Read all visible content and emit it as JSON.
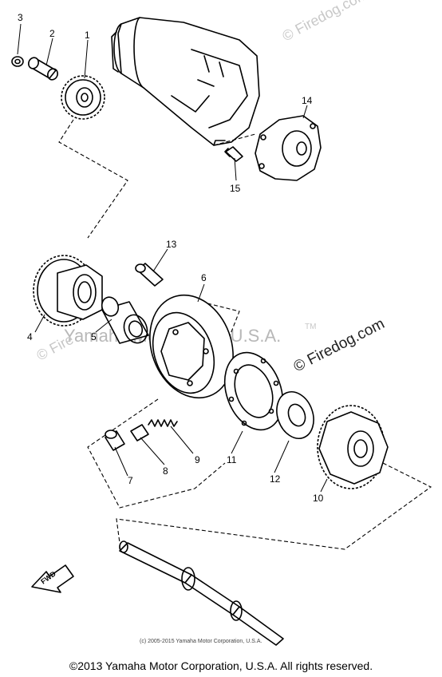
{
  "watermarks": {
    "top_right": "© Firedog.com",
    "center": "Yamaha Motor Corp, U.S.A.",
    "tm": "TM",
    "left_side": "© Fire",
    "firedog": "© Firedog.com"
  },
  "callouts": {
    "p1": "1",
    "p2": "2",
    "p3": "3",
    "p4": "4",
    "p5": "5",
    "p6": "6",
    "p7": "7",
    "p8": "8",
    "p9": "9",
    "p10": "10",
    "p11": "11",
    "p12": "12",
    "p13": "13",
    "p14": "14",
    "p15": "15"
  },
  "fwd_label": "FWD",
  "small_copyright": "(c) 2005-2015 Yamaha Motor Corporation, U.S.A.",
  "footer_copyright": "©2013 Yamaha Motor Corporation, U.S.A. All rights reserved."
}
